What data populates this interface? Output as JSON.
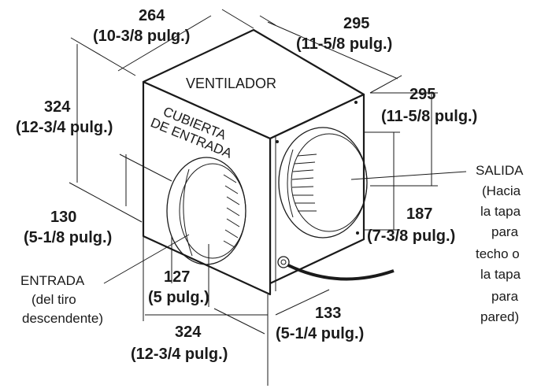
{
  "dims": {
    "depth_mm": "264",
    "depth_in": "(10-3/8 pulg.)",
    "width_mm": "295",
    "width_in": "(11-5/8 pulg.)",
    "height_mm": "324",
    "height_in": "(12-3/4 pulg.)",
    "side_mm": "295",
    "side_in": "(11-5/8 pulg.)",
    "inlet_h_mm": "130",
    "inlet_h_in": "(5-1/8 pulg.)",
    "outlet_h_mm": "187",
    "outlet_h_in": "(7-3/8 pulg.)",
    "inlet_w_mm": "127",
    "inlet_w_in": "(5 pulg.)",
    "front_w_mm": "324",
    "front_w_in": "(12-3/4 pulg.)",
    "outlet_w_mm": "133",
    "outlet_w_in": "(5-1/4 pulg.)"
  },
  "labels": {
    "fan": "VENTILADOR",
    "cover_1": "CUBIERTA",
    "cover_2": "DE ENTRADA",
    "inlet_1": "ENTRADA",
    "inlet_2": "(del tiro",
    "inlet_3": "descendente)",
    "outlet_1": "SALIDA",
    "outlet_2": "(Hacia",
    "outlet_3": "la tapa",
    "outlet_4": "para",
    "outlet_5": "techo o",
    "outlet_6": "la tapa",
    "outlet_7": "para",
    "outlet_8": "pared)"
  }
}
